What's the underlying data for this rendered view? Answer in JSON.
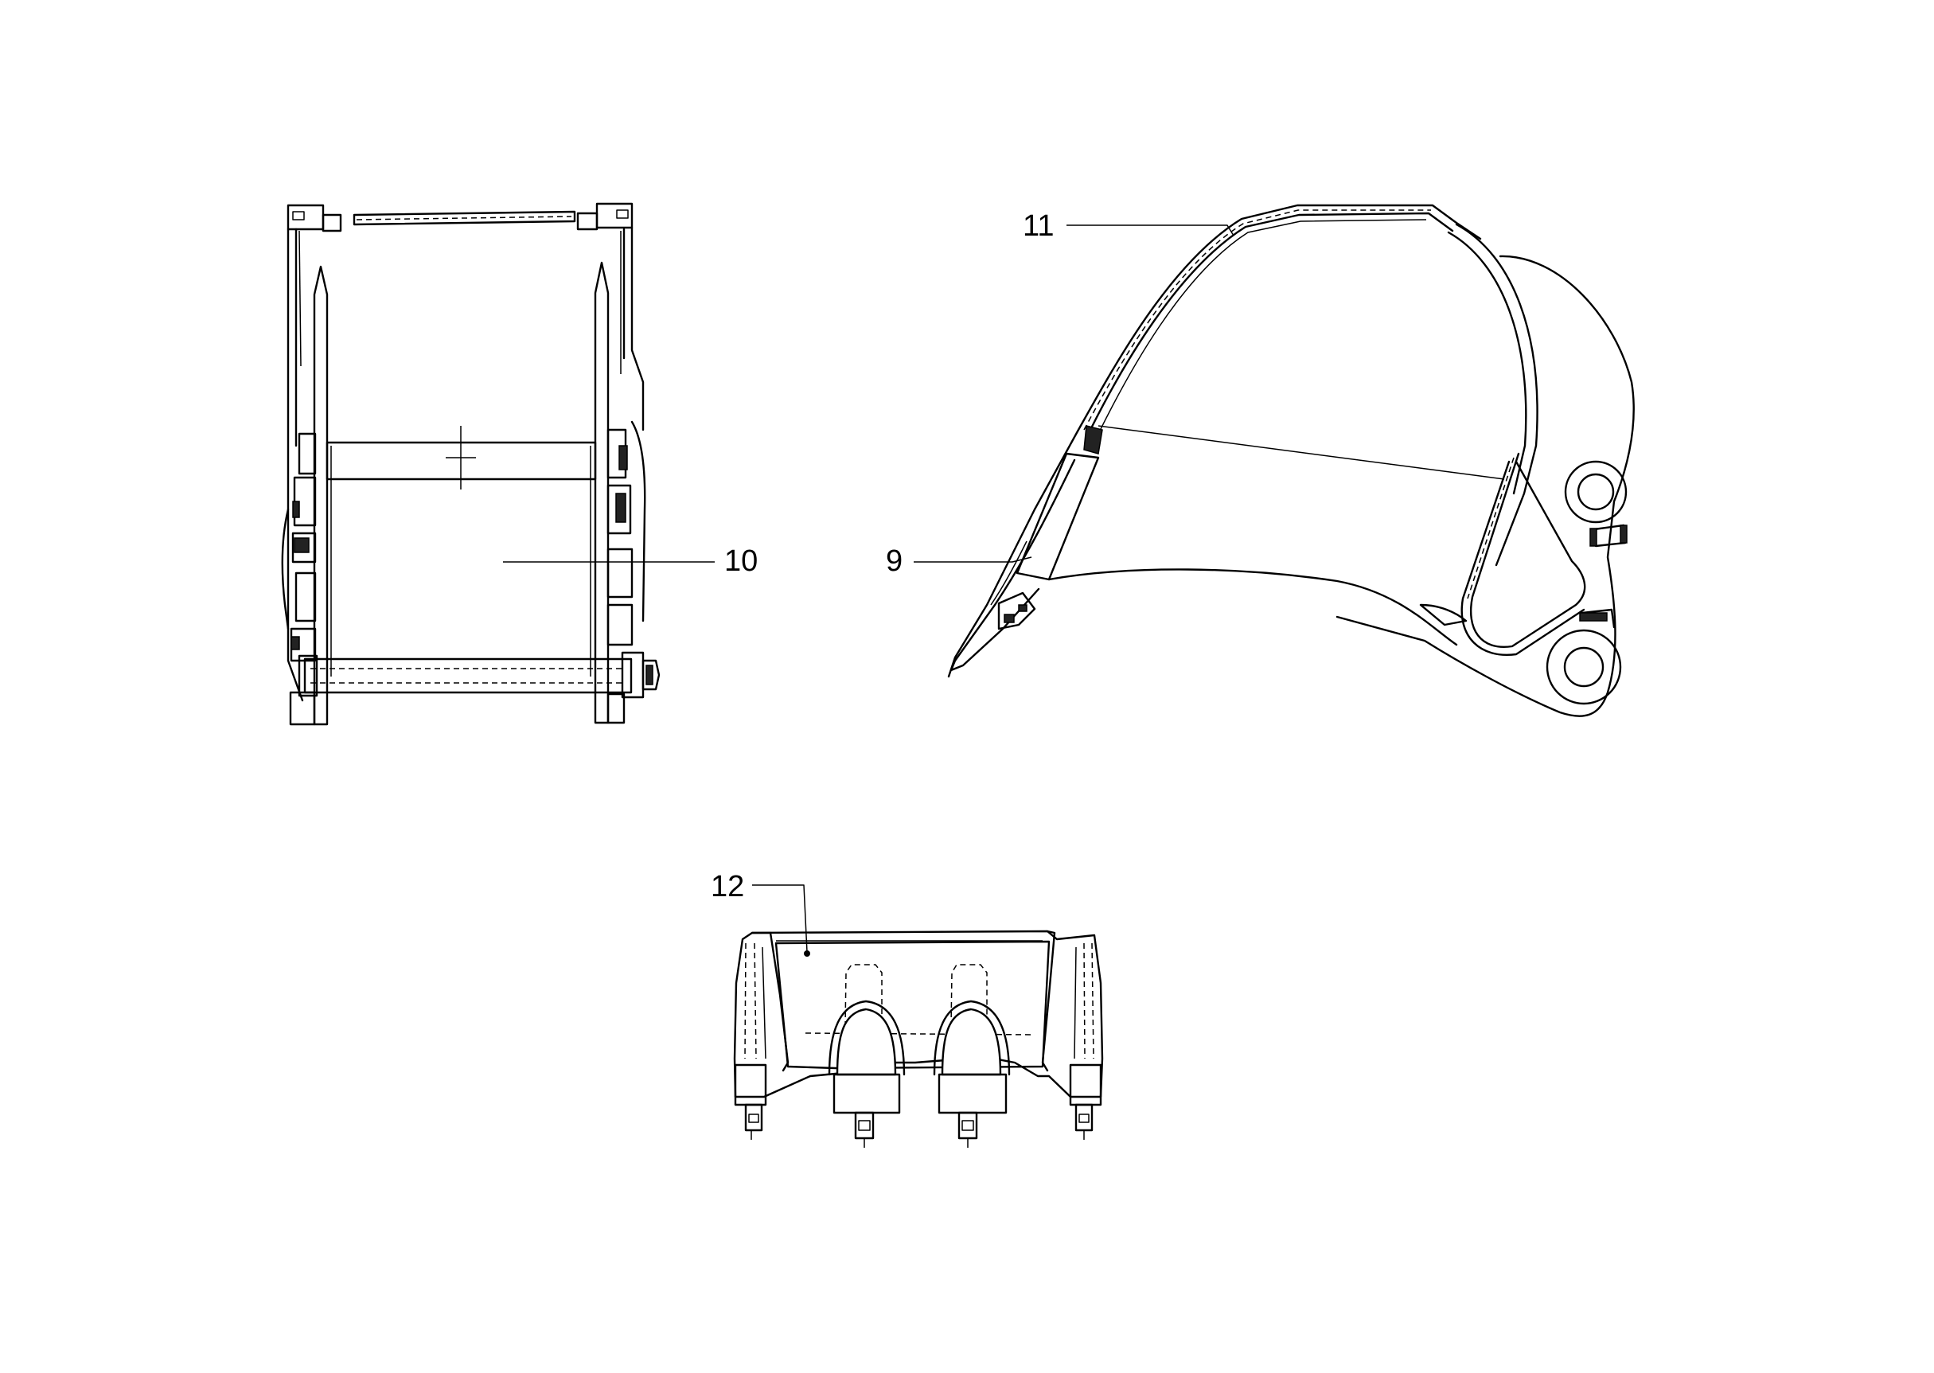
{
  "figure": {
    "background": "#ffffff",
    "ink": "#000000",
    "callouts": {
      "item_9": "9",
      "item_10": "10",
      "item_11": "11",
      "item_12": "12"
    }
  }
}
